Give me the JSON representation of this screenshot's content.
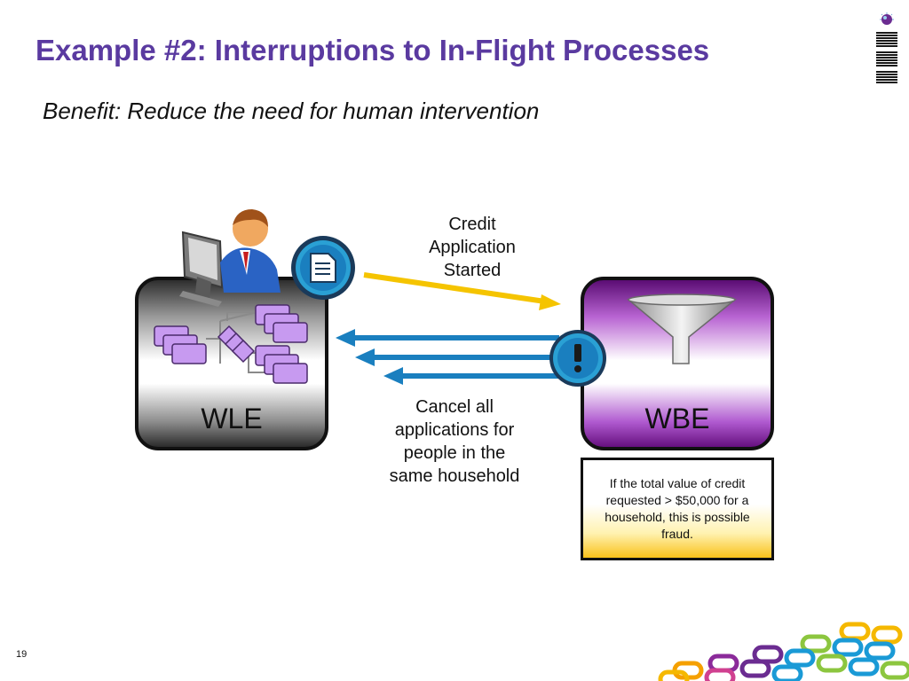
{
  "slide": {
    "title": "Example #2: Interruptions to In-Flight Processes",
    "subtitle": "Benefit: Reduce the need for human intervention",
    "page_number": "19"
  },
  "diagram": {
    "wle_label": "WLE",
    "wbe_label": "WBE",
    "credit_label": [
      "Credit",
      "Application",
      "Started"
    ],
    "cancel_label": [
      "Cancel all",
      "applications for",
      "people in the",
      "same household"
    ],
    "note": "If the total value of credit requested > $50,000 for a household, this is possible fraud."
  },
  "logo": {
    "text": "IBM"
  },
  "colors": {
    "title": "#5a3aa0",
    "arrow_yellow": "#f5c400",
    "arrow_blue": "#1a7fbf",
    "wbe_purple": "#8a2aa8",
    "process_box": "#c79af0"
  },
  "icons": [
    "user-at-computer-icon",
    "document-badge-icon",
    "alert-badge-icon",
    "funnel-icon",
    "process-flow-icon"
  ]
}
